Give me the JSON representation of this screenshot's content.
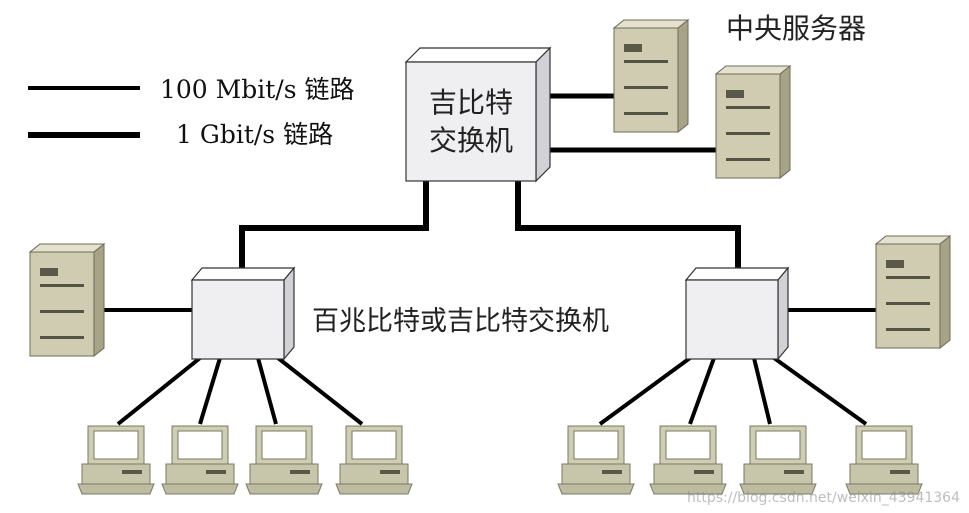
{
  "legend": {
    "thin_label": "100 Mbit/s 链路",
    "thick_label": "1 Gbit/s 链路"
  },
  "central_servers_label": "中央服务器",
  "gigabit_switch_label_line1": "吉比特",
  "gigabit_switch_label_line2": "交换机",
  "access_switch_label": "百兆比特或吉比特交换机",
  "watermark": "https://blog.csdn.net/weixin_43941364",
  "colors": {
    "switch_face": "#efeff1",
    "server_face": "#c9c6ab",
    "pc_body": "#cfcdb2",
    "link": "#000000"
  }
}
